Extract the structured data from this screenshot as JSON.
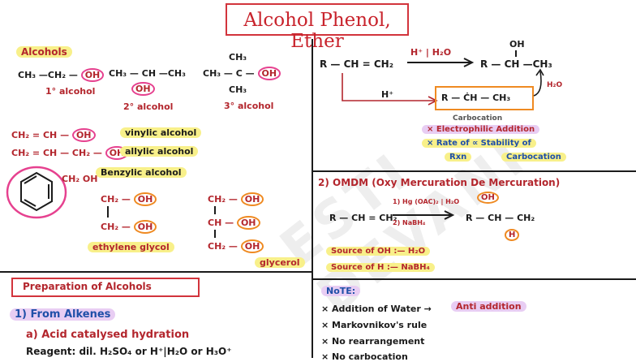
{
  "title": "Alcohol Phenol, Ether",
  "watermark": "ESTI DEVANI",
  "alcohols": {
    "heading": "Alcohols",
    "primary": {
      "formula_left": "CH₃ —CH₂ —",
      "oh": "OH",
      "label": "1° alcohol"
    },
    "secondary": {
      "formula": "CH₃ — CH —CH₃",
      "oh": "OH",
      "label": "2° alcohol"
    },
    "tertiary": {
      "top": "CH₃",
      "mid": "CH₃ — C —",
      "oh": "OH",
      "bottom": "CH₃",
      "label": "3° alcohol"
    }
  },
  "vinylic": {
    "formula": "CH₂ = CH —",
    "oh": "OH",
    "label": "vinylic alcohol"
  },
  "allylic": {
    "formula": "CH₂ = CH — CH₂ —",
    "oh": "OH",
    "label": "allylic alcohol"
  },
  "benzylic": {
    "group": "CH₂ OH",
    "label": "Benzylic alcohol"
  },
  "ethylene_glycol": {
    "ch2_top": "CH₂ —",
    "oh1": "OH",
    "ch2_bottom": "CH₂ —",
    "oh2": "OH",
    "label": "ethylene glycol"
  },
  "glycerol": {
    "c1": "CH₂ —",
    "c2": "CH —",
    "c3": "CH₂ —",
    "oh1": "OH",
    "oh2": "OH",
    "oh3": "OH",
    "label": "glycerol"
  },
  "acid_hydration": {
    "reactant": "R — CH = CH₂",
    "reagent": "H⁺ | H₂O",
    "product_oh": "OH",
    "product": "R — CH —CH₃",
    "hplus": "H⁺",
    "carbocation": "R — ĊH — CH₃",
    "h2o": "H₂O",
    "carbocation_label": "Carbocation",
    "notes": [
      "Electrophilic Addition",
      "Rate of ∝ Stability of",
      "Rxn",
      "Carbocation"
    ]
  },
  "omdm": {
    "heading": "2) OMDM (Oxy Mercuration De Mercuration)",
    "reactant": "R — CH = CH₂",
    "step1": "1) Hg (OAC)₂ | H₂O",
    "step2": "2) NaBH₄",
    "oh": "OH",
    "product": "R — CH — CH₂",
    "h": "H",
    "source_oh": "Source of OH :— H₂O",
    "source_h": "Source of H :— NaBH₄",
    "note_heading": "NoTE:",
    "notes": [
      "Addition of Water →",
      "Anti addition",
      "Markovnikov's rule",
      "No rearrangement",
      "No carbocation"
    ]
  },
  "preparation": {
    "heading": "Preparation of Alcohols",
    "from_alkenes": "1) From Alkenes",
    "sub": "a) Acid catalysed hydration",
    "reagent": "Reagent: dil. H₂SO₄ or H⁺|H₂O or H₃O⁺"
  }
}
